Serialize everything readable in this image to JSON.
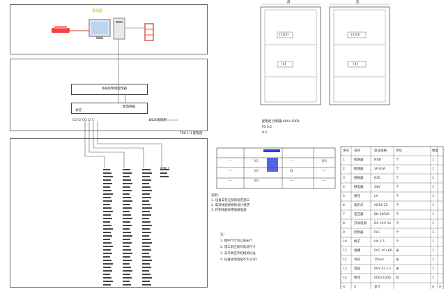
{
  "cabinet_left": {
    "label_top": "前",
    "drawer1": "[1][3]",
    "drawer2": "[4]"
  },
  "cabinet_right": {
    "label_top": "后",
    "drawer1": "[1][3]",
    "drawer2": "[4]"
  },
  "cabinet_notes": [
    "配电柜 控制箱 600×1000",
    "P5 0.2",
    "0.2"
  ],
  "device_panel": {
    "title": "系统图"
  },
  "middle_panel": {
    "box1": "系统控制柜配电箱",
    "box2_left": "总控",
    "box2_right": "配电柜箱",
    "bottom_left": "CO CI CO CI C",
    "bottom_right": "DCU 配电柜",
    "caption": "TRK 1-1 配电柜"
  },
  "lower_panel": {
    "label": "控制 1"
  },
  "legend_rows": [
    {
      "c1": "—",
      "c2": "[A]",
      "c3": "—",
      "c4": "[A]"
    },
    {
      "c1": "—",
      "c2": "[A]",
      "c3": "口",
      "c4": "—"
    },
    {
      "c1": "—",
      "c2": "[A]",
      "c3": "—",
      "c4": "—"
    }
  ],
  "notes_blue": [
    "说明：",
    "1. 设备安装应按照规范施工",
    "2. 电源线缆规格按设计要求",
    "3. 控制线路采用屏蔽电缆"
  ],
  "notes_black": [
    "注：",
    "1. 图中尺寸均以毫米计",
    "2. 施工前应核对现场尺寸",
    "3. 未尽事宜参照相关标准",
    "4. 设备接地电阻不大于4Ω"
  ],
  "table": {
    "header": [
      "序号",
      "名称",
      "型号规格",
      "单位",
      "数量"
    ],
    "rows": [
      [
        "1",
        "断路器",
        "NXB",
        "个",
        "1"
      ],
      [
        "2",
        "断路器",
        "3P 63A",
        "个",
        "1"
      ],
      [
        "3",
        "接触器",
        "NXC",
        "个",
        "1"
      ],
      [
        "4",
        "继电器",
        "24V",
        "个",
        "1"
      ],
      [
        "5",
        "按钮",
        "LA",
        "个",
        "1"
      ],
      [
        "6",
        "指示灯",
        "AD16 22",
        "个",
        "1"
      ],
      [
        "7",
        "变压器",
        "BK 200VA",
        "个",
        "1"
      ],
      [
        "8",
        "开关电源",
        "DC 24V 5A",
        "个",
        "1"
      ],
      [
        "9",
        "控制器",
        "PLC",
        "个",
        "1"
      ],
      [
        "10",
        "端子",
        "UK 2.5",
        "个",
        "1"
      ],
      [
        "11",
        "线槽",
        "PVC 40×60",
        "米",
        "1"
      ],
      [
        "12",
        "导轨",
        "35mm",
        "米",
        "1"
      ],
      [
        "13",
        "电缆",
        "RVV 4×1.5",
        "米",
        "1"
      ],
      [
        "14",
        "柜体",
        "600×1000",
        "台",
        "1"
      ]
    ],
    "footer": [
      "A",
      "A",
      "总计",
      "",
      "A",
      "A"
    ]
  }
}
